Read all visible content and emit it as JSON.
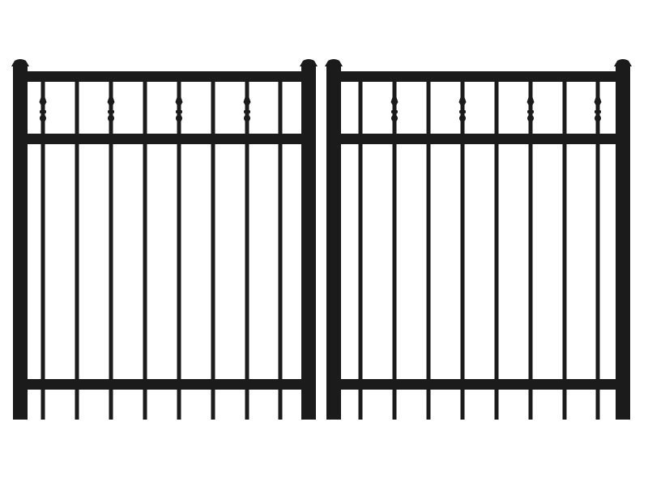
{
  "scene": {
    "subject": "double-iron-gate",
    "background_color": "#ffffff",
    "metal_color": "#1b1b1b",
    "gates": [
      {
        "side": "left",
        "picket_count": 8,
        "finial_count": 4
      },
      {
        "side": "right",
        "picket_count": 8,
        "finial_count": 4
      }
    ]
  }
}
